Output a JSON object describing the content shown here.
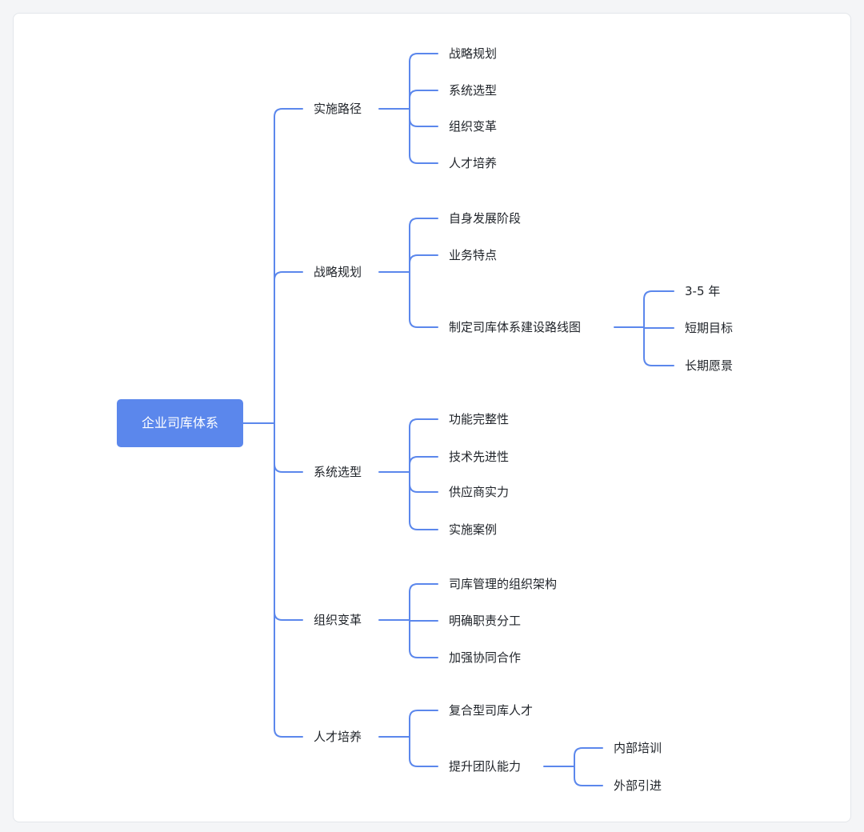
{
  "diagram": {
    "root": "企业司库体系",
    "branches": [
      {
        "label": "实施路径",
        "children": [
          {
            "label": "战略规划"
          },
          {
            "label": "系统选型"
          },
          {
            "label": "组织变革"
          },
          {
            "label": "人才培养"
          }
        ]
      },
      {
        "label": "战略规划",
        "children": [
          {
            "label": "自身发展阶段"
          },
          {
            "label": "业务特点"
          },
          {
            "label": "制定司库体系建设路线图",
            "children": [
              {
                "label": "3-5 年"
              },
              {
                "label": "短期目标"
              },
              {
                "label": "长期愿景"
              }
            ]
          }
        ]
      },
      {
        "label": "系统选型",
        "children": [
          {
            "label": "功能完整性"
          },
          {
            "label": "技术先进性"
          },
          {
            "label": "供应商实力"
          },
          {
            "label": "实施案例"
          }
        ]
      },
      {
        "label": "组织变革",
        "children": [
          {
            "label": "司库管理的组织架构"
          },
          {
            "label": "明确职责分工"
          },
          {
            "label": "加强协同合作"
          }
        ]
      },
      {
        "label": "人才培养",
        "children": [
          {
            "label": "复合型司库人才"
          },
          {
            "label": "提升团队能力",
            "children": [
              {
                "label": "内部培训"
              },
              {
                "label": "外部引进"
              }
            ]
          }
        ]
      }
    ]
  },
  "colors": {
    "line": "#5b87ec",
    "root_fill": "#5b87ec",
    "root_text": "#ffffff",
    "node_text": "#1f2329"
  }
}
